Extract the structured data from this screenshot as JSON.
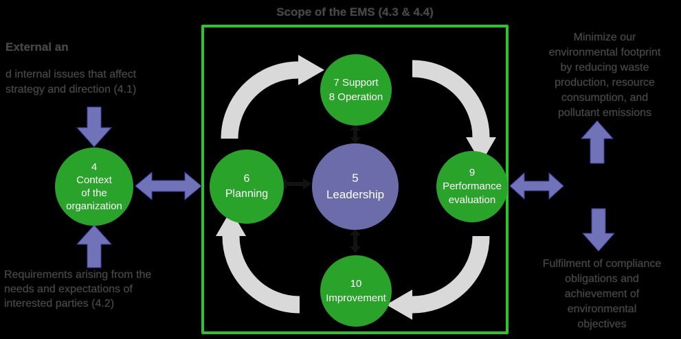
{
  "title": "Scope of the EMS (4.3 & 4.4)",
  "colors": {
    "background": "#000000",
    "green_circle": "#2aa32a",
    "box_border": "#2cc42c",
    "purple_circle": "#6c6caa",
    "purple_arrow": "#7173b9",
    "gray_arrow": "#d9d9d9",
    "black_connector": "#121212",
    "outside_text": "#474747",
    "circle_text": "#ffffff"
  },
  "annotations": {
    "left_top": {
      "lines": [
        "External an",
        "d internal issues that affect",
        "strategy and direction (4.1)"
      ]
    },
    "left_bottom": {
      "lines": [
        "Requirements arising from the",
        "needs and expectations of",
        "interested parties (4.2)"
      ]
    },
    "right_top": {
      "lines": [
        "Minimize our",
        "environmental footprint",
        "by reducing waste",
        "production, resource",
        "consumption, and",
        "pollutant emissions"
      ]
    },
    "right_bottom": {
      "lines": [
        "Fulfilment of compliance",
        "obligations and",
        "achievement of",
        "environmental",
        "objectives"
      ]
    }
  },
  "circles": {
    "context": {
      "lines": [
        "4",
        "Context",
        "of the",
        "organization"
      ]
    },
    "planning": {
      "lines": [
        "6",
        "Planning"
      ]
    },
    "leadership": {
      "lines": [
        "5",
        "Leadership"
      ]
    },
    "support_operation": {
      "lines": [
        "7 Support",
        "8 Operation"
      ]
    },
    "performance": {
      "lines": [
        "9",
        "Performance",
        "evaluation"
      ]
    },
    "improvement": {
      "lines": [
        "10",
        "Improvement"
      ]
    }
  }
}
